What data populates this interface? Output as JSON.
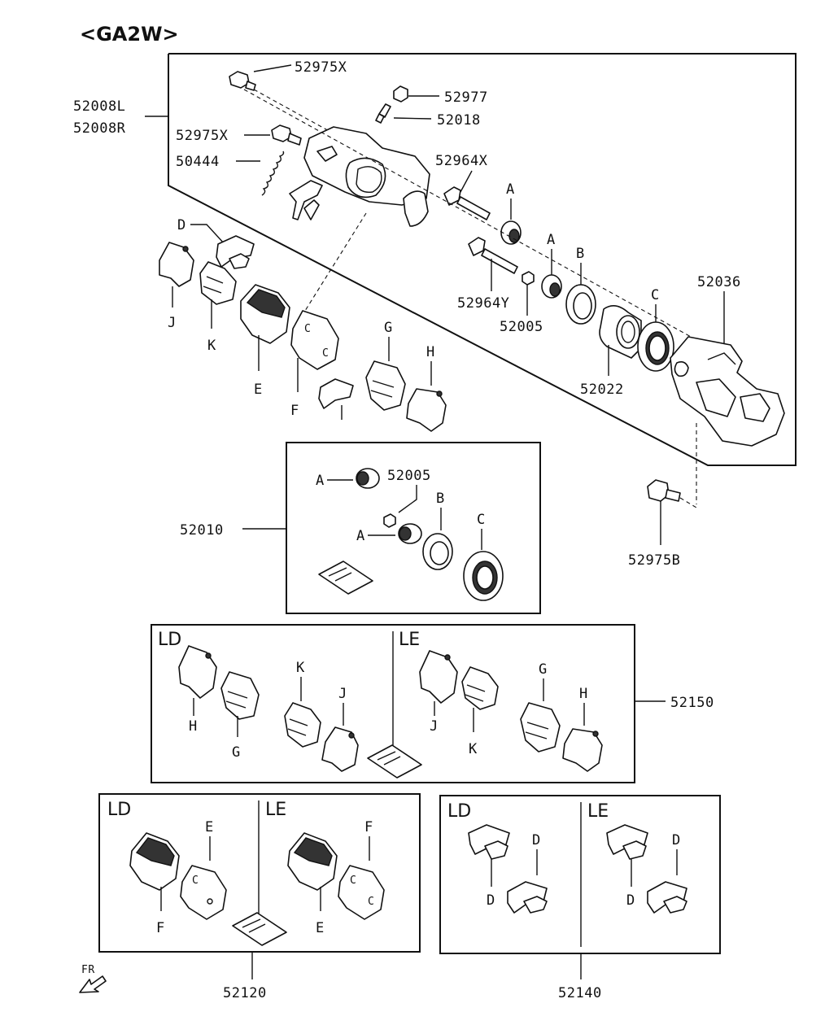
{
  "title": "<GA2W>",
  "direction_label": "FR",
  "main_assembly": {
    "labels": {
      "bolt_top": "52975X",
      "cap": "52977",
      "bleeder": "52018",
      "caliper_l": "52008L",
      "caliper_r": "52008R",
      "bolt_mid": "52975X",
      "spring": "50444",
      "pin_upper": "52964X",
      "pin_lower": "52964Y",
      "bushing": "52005",
      "piston": "52022",
      "bracket": "52036",
      "mount_bolt": "52975B"
    },
    "letters": {
      "boot_a1": "A",
      "boot_a2": "A",
      "seal_b": "B",
      "seal_c": "C",
      "shim_d": "D",
      "pad_e": "E",
      "pad_f": "F",
      "shim_g": "G",
      "shim_h": "H",
      "shim_j": "J",
      "shim_k": "K"
    }
  },
  "kit_52010": {
    "number": "52010",
    "bushing_label": "52005",
    "letters": {
      "a_top": "A",
      "a_bottom": "A",
      "b": "B",
      "c": "C"
    }
  },
  "kit_52150": {
    "number": "52150",
    "ld": {
      "tag": "LD",
      "letters": [
        "H",
        "G",
        "K",
        "J"
      ]
    },
    "le": {
      "tag": "LE",
      "letters": [
        "J",
        "K",
        "G",
        "H"
      ]
    }
  },
  "kit_52120": {
    "number": "52120",
    "ld": {
      "tag": "LD",
      "letters": [
        "E",
        "F"
      ]
    },
    "le": {
      "tag": "LE",
      "letters": [
        "F",
        "E"
      ]
    }
  },
  "kit_52140": {
    "number": "52140",
    "ld": {
      "tag": "LD",
      "letters": [
        "D",
        "D"
      ]
    },
    "le": {
      "tag": "LE",
      "letters": [
        "D",
        "D"
      ]
    }
  }
}
